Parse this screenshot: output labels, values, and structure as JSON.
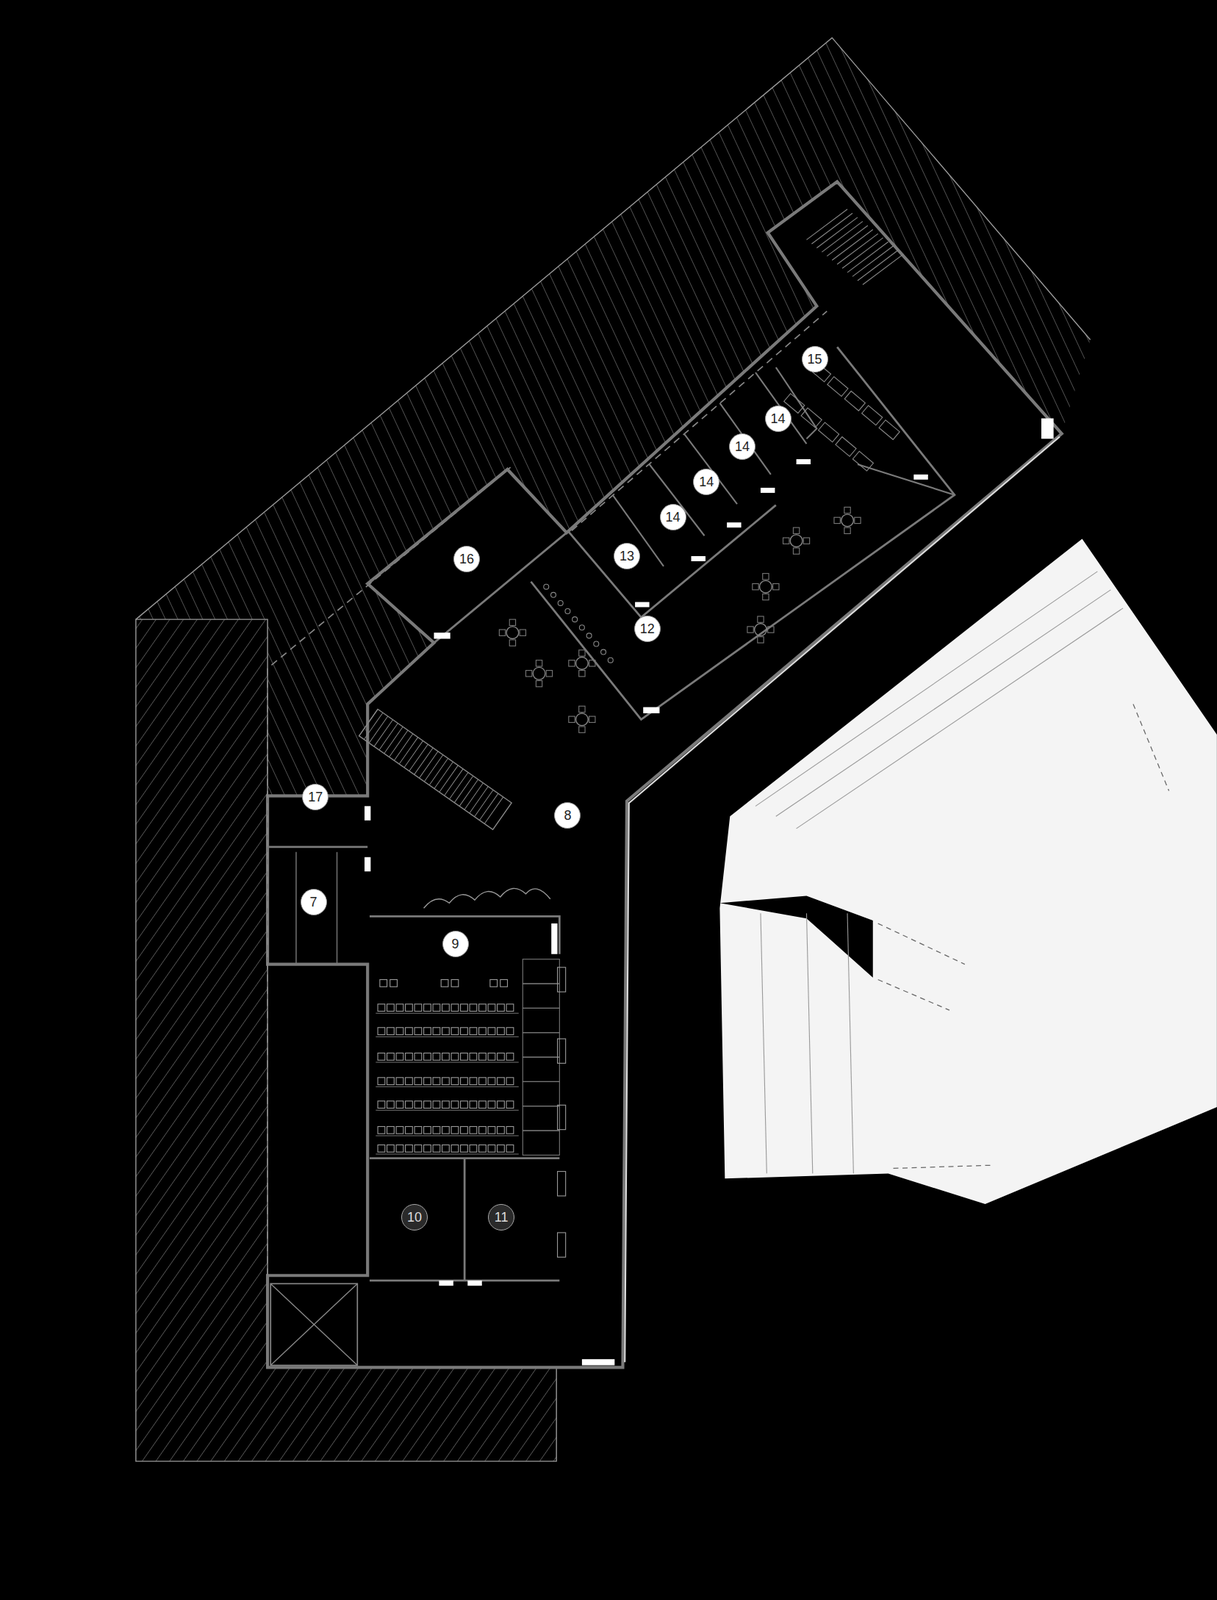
{
  "diagram": {
    "nodes": [
      {
        "text": [
          "15"
        ]
      },
      {
        "text": [
          "14"
        ]
      },
      {
        "text": [
          "14"
        ]
      },
      {
        "text": [
          "14"
        ]
      },
      {
        "text": [
          "14"
        ]
      },
      {
        "text": [
          "13"
        ]
      },
      {
        "text": [
          "16"
        ]
      },
      {
        "text": [
          "12"
        ]
      },
      {
        "text": [
          "17"
        ]
      },
      {
        "text": [
          "8"
        ]
      },
      {
        "text": [
          "7"
        ]
      },
      {
        "text": [
          "9"
        ]
      },
      {
        "text": [
          "10"
        ]
      },
      {
        "text": [
          "11"
        ]
      }
    ]
  }
}
